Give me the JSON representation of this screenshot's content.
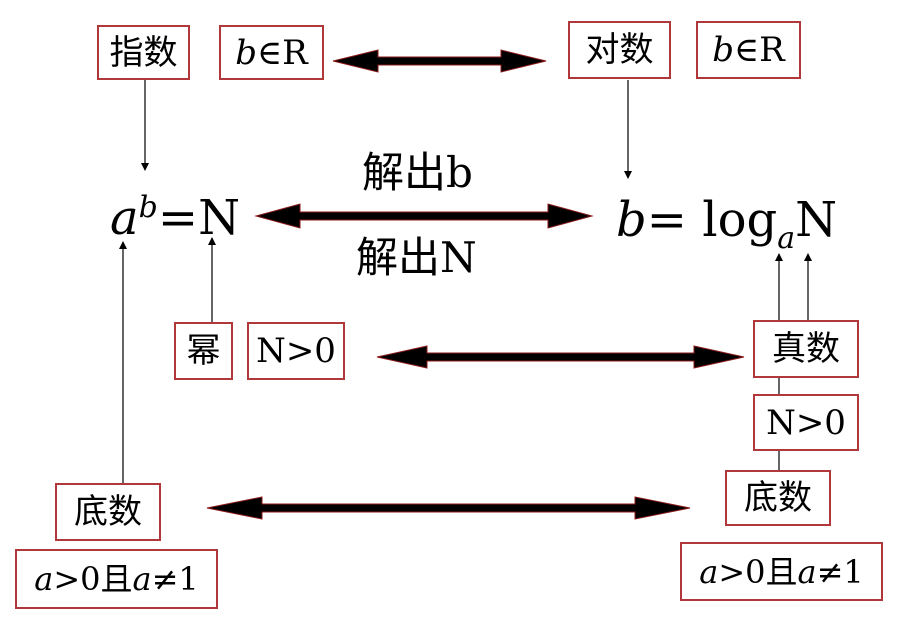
{
  "top": {
    "left_label": "指数",
    "left_condition": {
      "var": "b",
      "rest": "∈R"
    },
    "right_label": "对数",
    "right_condition": {
      "var": "b",
      "rest": "∈R"
    }
  },
  "middle": {
    "exp_formula": {
      "base": "a",
      "exponent": "b",
      "rest": "=N"
    },
    "solve_b": "解出b",
    "solve_n": "解出N",
    "log_formula": {
      "var": "b",
      "eq": "= log",
      "base": "a",
      "arg": "N"
    }
  },
  "power_row": {
    "left_label": "幂",
    "left_condition": "N>0",
    "right_label": "真数",
    "right_condition": "N>0"
  },
  "base_row": {
    "left_label": "底数",
    "right_label": "底数",
    "left_condition": {
      "a1": "a",
      "mid": ">0且",
      "a2": "a",
      "tail": "≠1"
    },
    "right_condition": {
      "a1": "a",
      "mid": ">0且",
      "a2": "a",
      "tail": "≠1"
    }
  },
  "colors": {
    "box_border": "#b0373a",
    "arrow": "#000000",
    "arrow_stroke": "#8b1a1a"
  }
}
